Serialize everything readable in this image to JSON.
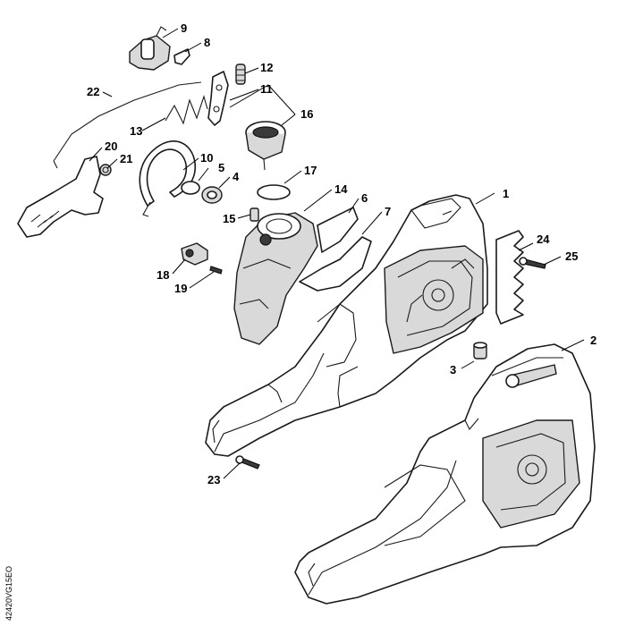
{
  "diagram": {
    "document_id": "42420VG15EO",
    "callouts": [
      "1",
      "2",
      "3",
      "4",
      "5",
      "6",
      "7",
      "8",
      "9",
      "10",
      "11",
      "12",
      "13",
      "14",
      "15",
      "16",
      "17",
      "18",
      "19",
      "20",
      "21",
      "22",
      "23",
      "24",
      "25"
    ],
    "colors": {
      "line": "#1a1a1a",
      "housing_fill": "#ffffff",
      "grey_fill": "#d9d9d9",
      "dark_fill": "#3a3a3a"
    }
  }
}
